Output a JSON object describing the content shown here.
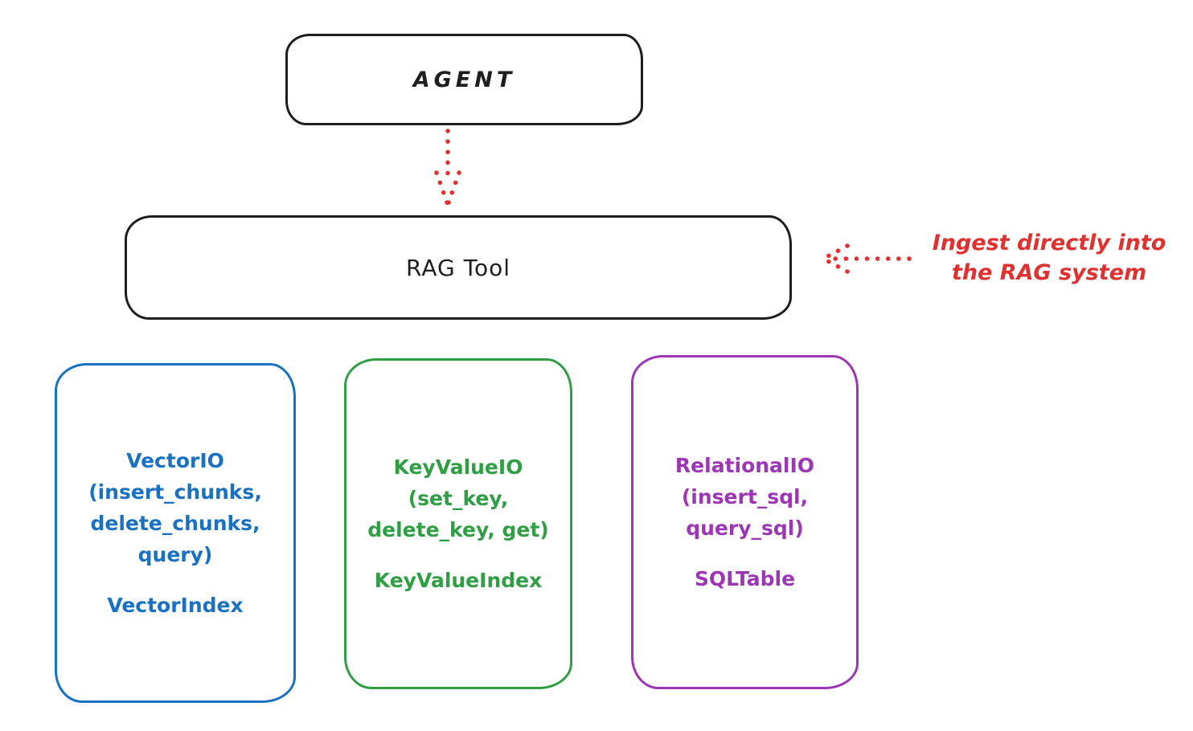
{
  "diagram": {
    "agent": {
      "label": "AGENT"
    },
    "rag_tool": {
      "label": "RAG Tool"
    },
    "annotation": {
      "text": "Ingest directly into\nthe RAG system",
      "color": "#e03131"
    },
    "arrows": {
      "agent_to_rag": {
        "style": "dotted",
        "direction": "down",
        "color": "#e03131"
      },
      "ingest": {
        "style": "dotted",
        "direction": "left",
        "color": "#e03131"
      }
    },
    "node_border_color": "#1e1e1e",
    "backends": [
      {
        "name": "vector",
        "io_label": "VectorIO\n(insert_chunks,\ndelete_chunks,\nquery)",
        "index_label": "VectorIndex",
        "color": "#1971c2"
      },
      {
        "name": "keyvalue",
        "io_label": "KeyValueIO\n(set_key,\ndelete_key, get)",
        "index_label": "KeyValueIndex",
        "color": "#2f9e44"
      },
      {
        "name": "relational",
        "io_label": "RelationalIO\n(insert_sql,\nquery_sql)",
        "index_label": "SQLTable",
        "color": "#9c36b5"
      }
    ]
  }
}
